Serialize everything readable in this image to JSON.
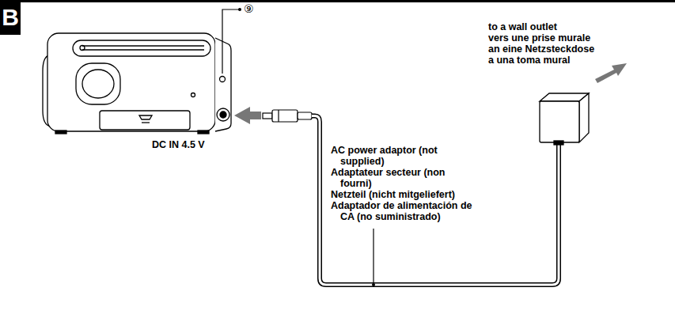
{
  "diagram": {
    "nodes": [
      {
        "text": [
          "B"
        ]
      }
    ],
    "labels": [
      "⑨",
      "to a wall outlet",
      "vers une prise murale",
      "an eine Netzsteckdose",
      "a una toma mural",
      "DC IN 4.5 V",
      "AC power adaptor (not supplied)",
      "Adaptateur secteur (non fourni)",
      "Netzteil (nicht mitgeliefert)",
      "Adaptador de alimentación de CA (no suministrado)"
    ]
  }
}
